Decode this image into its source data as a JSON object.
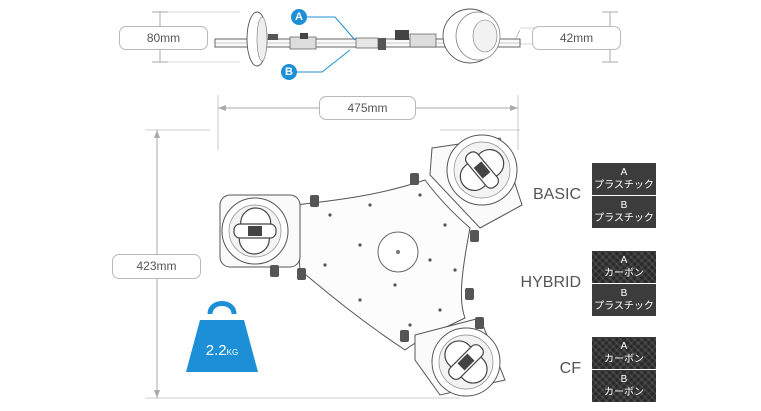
{
  "dimensions": {
    "top_height": "80mm",
    "top_height_b": "42mm",
    "width": "475mm",
    "depth": "423mm"
  },
  "callouts": {
    "a": "A",
    "b": "B"
  },
  "weight": {
    "value": "2.2",
    "unit": "KG"
  },
  "variants": [
    {
      "name": "BASIC",
      "parts": [
        {
          "letter": "A",
          "material": "プラスチック"
        },
        {
          "letter": "B",
          "material": "プラスチック"
        }
      ]
    },
    {
      "name": "HYBRID",
      "parts": [
        {
          "letter": "A",
          "material": "カーボン"
        },
        {
          "letter": "B",
          "material": "プラスチック"
        }
      ]
    },
    {
      "name": "CF",
      "parts": [
        {
          "letter": "A",
          "material": "カーボン"
        },
        {
          "letter": "B",
          "material": "カーボン"
        }
      ]
    }
  ],
  "colors": {
    "callout": "#1d8fd6",
    "weight_icon": "#1d8fd6",
    "plastic": "#3c3c3c",
    "carbon": "#2a2a2a"
  },
  "icons": [
    "weight-icon",
    "wheel-icon",
    "knob-icon"
  ]
}
